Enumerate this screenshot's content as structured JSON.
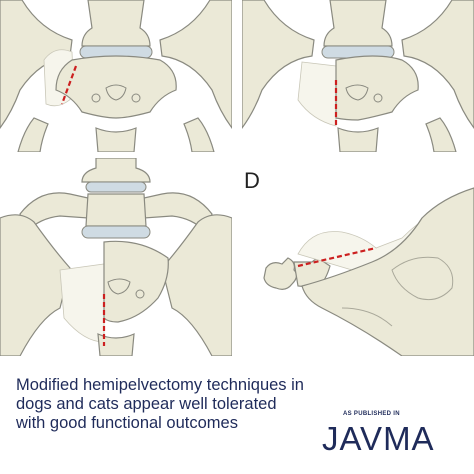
{
  "panels": {
    "d_label": "D"
  },
  "caption": {
    "text": "Modified hemipelvectomy techniques in dogs and cats appear well tolerated with good functional outcomes"
  },
  "publisher": {
    "published_label": "AS PUBLISHED IN",
    "journal": "JAVMA"
  },
  "colors": {
    "bone": "#ebe9d7",
    "bone_outline": "#8a8a80",
    "cartilage": "#cfdbe3",
    "cut_line": "#cc2020",
    "text": "#1f2b5a"
  },
  "icons": [
    "pelvis-illustration",
    "cut-line",
    "javma-logo"
  ]
}
